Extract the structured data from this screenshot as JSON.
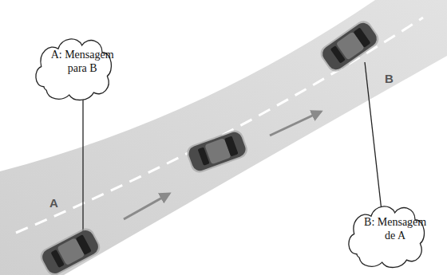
{
  "diagram": {
    "nodes": [
      {
        "text": [
          "A: Mensagem para B"
        ]
      },
      {
        "text": [
          "B: Mensagem de A"
        ]
      }
    ],
    "labels": [
      "A",
      "B"
    ]
  }
}
